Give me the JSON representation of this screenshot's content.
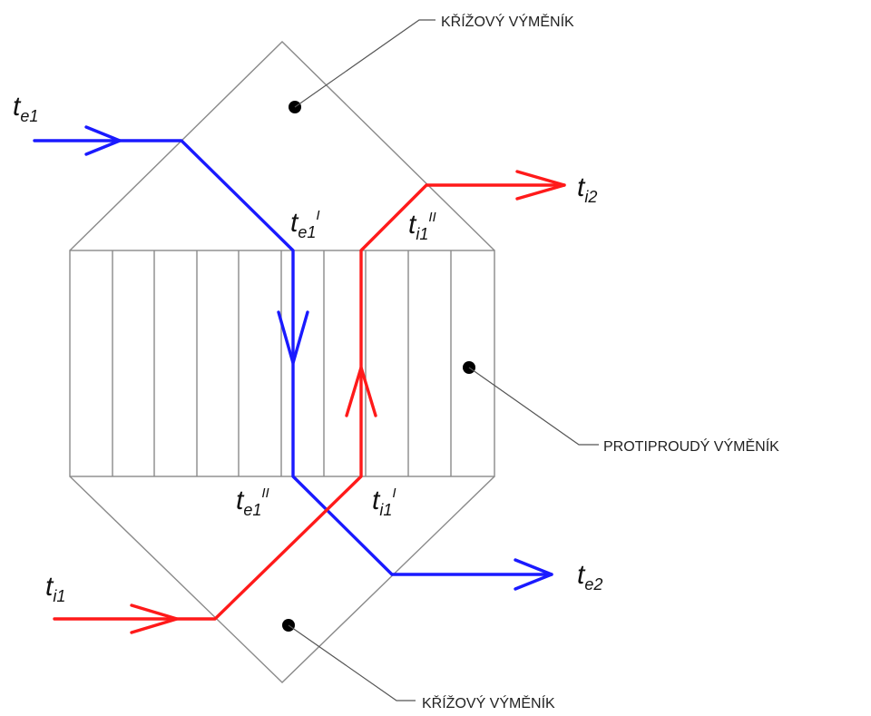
{
  "colors": {
    "cold_stream": "#1a1aff",
    "warm_stream": "#ff1a1a",
    "outline": "#8a8a8a"
  },
  "callouts": {
    "top_cross_exchanger": "KŘÍŽOVÝ VÝMĚNÍK",
    "counterflow_exchanger": "PROTIPROUDÝ VÝMĚNÍK",
    "bottom_cross_exchanger": "KŘÍŽOVÝ VÝMĚNÍK"
  },
  "labels": {
    "te1": {
      "base": "t",
      "sub": "e1",
      "sup": ""
    },
    "ti2": {
      "base": "t",
      "sub": "i2",
      "sup": ""
    },
    "te1_prime": {
      "base": "t",
      "sub": "e1",
      "sup": "I"
    },
    "ti1_double": {
      "base": "t",
      "sub": "i1",
      "sup": "II"
    },
    "te1_double": {
      "base": "t",
      "sub": "e1",
      "sup": "II"
    },
    "ti1_prime": {
      "base": "t",
      "sub": "i1",
      "sup": "I"
    },
    "ti1": {
      "base": "t",
      "sub": "i1",
      "sup": ""
    },
    "te2": {
      "base": "t",
      "sub": "e2",
      "sup": ""
    }
  }
}
